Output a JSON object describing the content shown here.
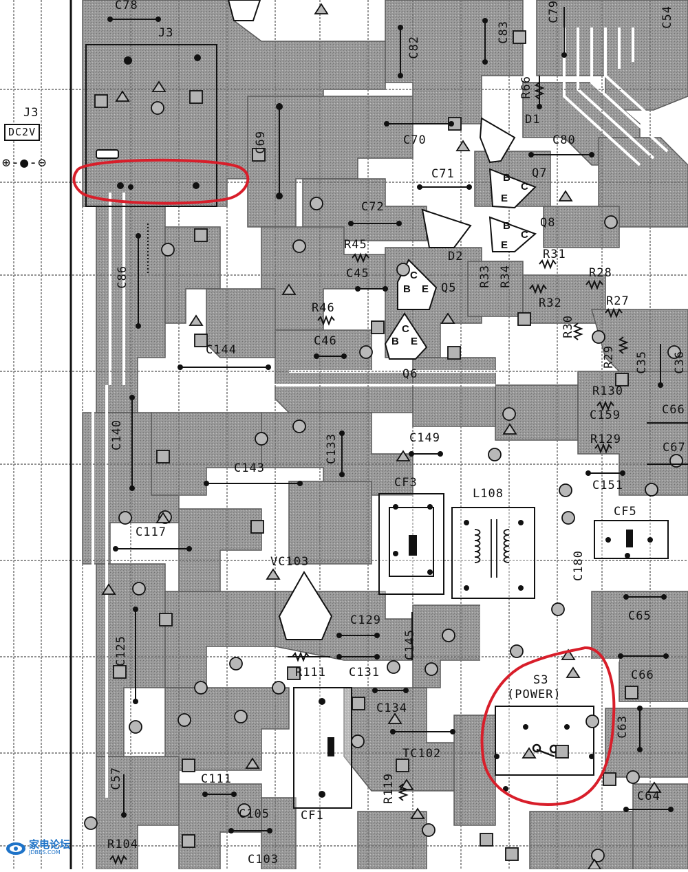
{
  "diagram": {
    "connector_label": "J3",
    "connector_box_label": "J3",
    "dc_label": "DC2V",
    "polarity_symbol": "⊕-●-⊖",
    "components": {
      "C78": "C78",
      "C79": "C79",
      "C54": "C54",
      "C82": "C82",
      "C83": "C83",
      "R66": "R66",
      "D1": "D1",
      "C69": "C69",
      "C70": "C70",
      "C80": "C80",
      "C71": "C71",
      "Q7": "Q7",
      "C72": "C72",
      "Q8": "Q8",
      "D2": "D2",
      "R45": "R45",
      "C45": "C45",
      "Q5": "Q5",
      "R33": "R33",
      "R34": "R34",
      "R31": "R31",
      "R28": "R28",
      "R32": "R32",
      "R27": "R27",
      "R46": "R46",
      "C46": "C46",
      "Q6": "Q6",
      "R30": "R30",
      "C86": "C86",
      "C144": "C144",
      "R29": "R29",
      "C35": "C35",
      "C36": "C36",
      "R130": "R130",
      "C159": "C159",
      "C66x": "C66",
      "R129": "R129",
      "C67": "C67",
      "C140": "C140",
      "C133": "C133",
      "C149": "C149",
      "C143": "C143",
      "C151": "C151",
      "CF3": "CF3",
      "L108": "L108",
      "CF5": "CF5",
      "C117": "C117",
      "C180": "C180",
      "VC103": "VC103",
      "C65": "C65",
      "C129": "C129",
      "C125": "C125",
      "C145": "C145",
      "R111": "R111",
      "C131": "C131",
      "C66": "C66",
      "S3": "S3",
      "POWER": "(POWER)",
      "C134": "C134",
      "C63": "C63",
      "TC102": "TC102",
      "C57": "C57",
      "C111": "C111",
      "R119": "R119",
      "CF1": "CF1",
      "C64": "C64",
      "C105": "C105",
      "R104": "R104",
      "C103": "C103"
    },
    "transistor_pins": {
      "b": "B",
      "c": "C",
      "e": "E"
    },
    "highlight_color": "#d81e2a",
    "trace_color": "#8f8f8f",
    "grid_color": "#6d6d6d"
  },
  "watermark": {
    "title": "家电论坛",
    "url": "JDBBS.COM"
  }
}
